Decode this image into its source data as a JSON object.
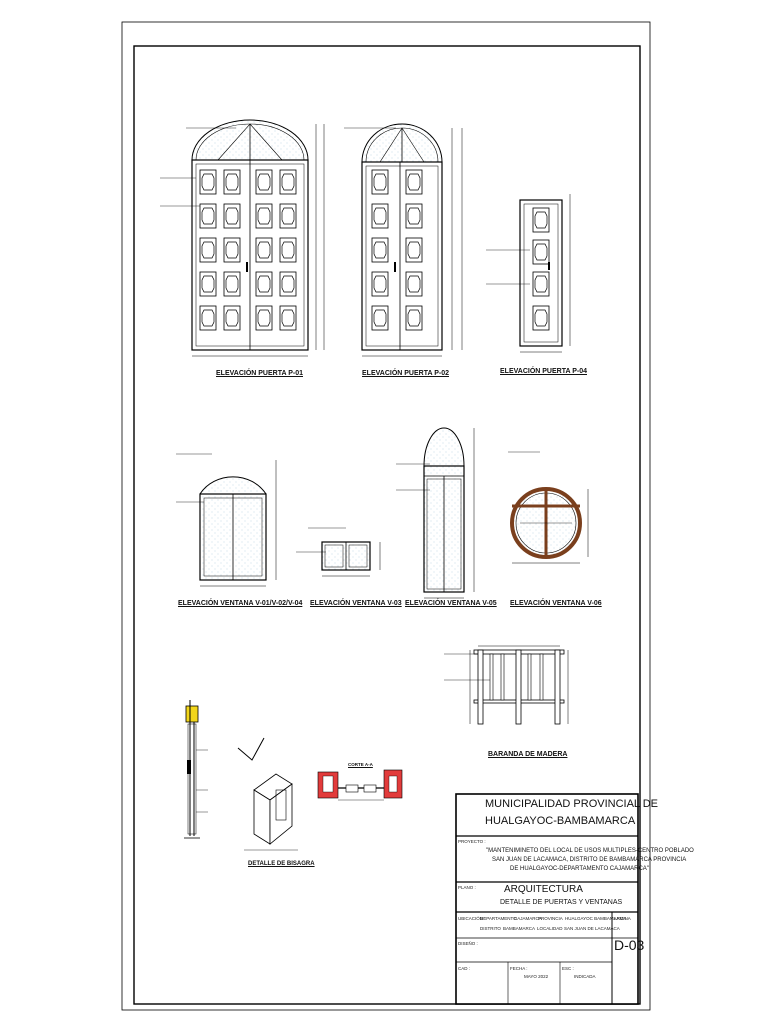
{
  "drawings": {
    "p01": "ELEVACIÓN PUERTA P-01",
    "p02": "ELEVACIÓN PUERTA P-02",
    "p04": "ELEVACIÓN PUERTA P-04",
    "v01": "ELEVACIÓN VENTANA  V-01/V-02/V-04",
    "v03": "ELEVACIÓN VENTANA  V-03",
    "v05": "ELEVACIÓN VENTANA  V-05",
    "v06": "ELEVACIÓN VENTANA  V-06",
    "baranda": "BARANDA DE MADERA",
    "bisagra": "DETALLE DE BISAGRA",
    "corte": "CORTE A-A"
  },
  "title_block": {
    "entity_line1": "MUNICIPALIDAD PROVINCIAL DE",
    "entity_line2": "HUALGAYOC-BAMBAMARCA",
    "project_label": "PROYECTO :",
    "project_line1": "\"MANTENIMINETO DEL LOCAL DE USOS MULTIPLES-CENTRO POBLADO",
    "project_line2": "SAN JUAN DE LACAMACA, DISTRITO DE BAMBAMARCA PROVINCIA",
    "project_line3": "DE HUALGAYOC-DEPARTAMENTO CAJAMARCA\"",
    "plano_label": "PLANO :",
    "specialty": "ARQUITECTURA",
    "sheet_title": "DETALLE DE  PUERTAS Y VENTANAS",
    "ubicacion_label": "UBICACIÓN :",
    "departamento_label": "DEPARTAMENTO",
    "departamento": "CAJAMARCA",
    "provincia_label": "PROVINCIA",
    "provincia": "HUALGAYOC BAMBAMARCA",
    "distrito_label": "DISTRITO",
    "distrito": "BAMBAMARCA",
    "localidad_label": "LOCALIDAD",
    "localidad": "SAN JUAN DE LACAMACA",
    "lamina_label": "LAMINA",
    "lamina": "D-03",
    "diseno_label": "DISEÑO :",
    "cad_label": "CAD :",
    "fecha_label": "FECHA :",
    "fecha": "MAYO 2022",
    "escala_label": "ESC :",
    "escala": "INDICADA"
  }
}
